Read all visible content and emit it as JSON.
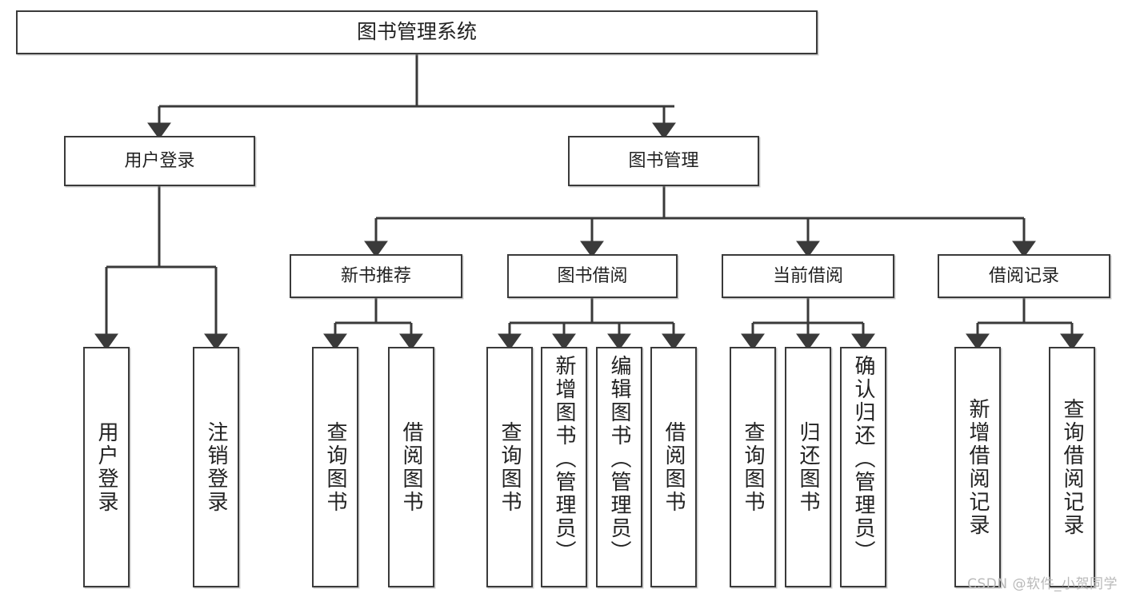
{
  "diagram": {
    "title": "图书管理系统",
    "type": "tree-hierarchy-chart",
    "watermark": "CSDN @软件_小贺同学",
    "colors": {
      "stroke": "#3a3a3a",
      "text": "#222222",
      "background": "#ffffff",
      "watermark": "#b9b9b9"
    },
    "root": {
      "label": "图书管理系统"
    },
    "level1": [
      {
        "label": "用户登录"
      },
      {
        "label": "图书管理"
      }
    ],
    "level2": [
      {
        "label": "新书推荐"
      },
      {
        "label": "图书借阅"
      },
      {
        "label": "当前借阅"
      },
      {
        "label": "借阅记录"
      }
    ],
    "leaves": [
      {
        "label": "用户登录",
        "parent": "用户登录"
      },
      {
        "label": "注销登录",
        "parent": "用户登录"
      },
      {
        "label": "查询图书",
        "parent": "新书推荐"
      },
      {
        "label": "借阅图书",
        "parent": "新书推荐"
      },
      {
        "label": "查询图书",
        "parent": "图书借阅"
      },
      {
        "label": "新增图书（管理员）",
        "parent": "图书借阅"
      },
      {
        "label": "编辑图书（管理员）",
        "parent": "图书借阅"
      },
      {
        "label": "借阅图书",
        "parent": "图书借阅"
      },
      {
        "label": "查询图书",
        "parent": "当前借阅"
      },
      {
        "label": "归还图书",
        "parent": "当前借阅"
      },
      {
        "label": "确认归还（管理员）",
        "parent": "当前借阅"
      },
      {
        "label": "新增借阅记录",
        "parent": "借阅记录"
      },
      {
        "label": "查询借阅记录",
        "parent": "借阅记录"
      }
    ]
  }
}
